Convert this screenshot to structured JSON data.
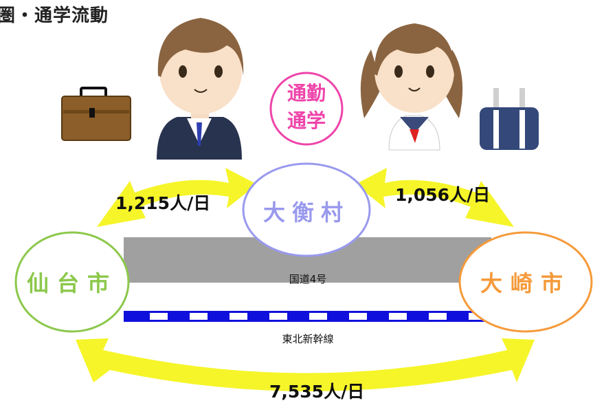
{
  "title": "圏・通学流動",
  "badge": {
    "line1": "通勤",
    "line2": "通学"
  },
  "nodes": {
    "left": {
      "label": "仙台市"
    },
    "center": {
      "label": "大衡村"
    },
    "right": {
      "label": "大崎市"
    }
  },
  "road": {
    "label": "国道4号"
  },
  "rail": {
    "label": "東北新幹線"
  },
  "flows": {
    "left_center": "1,215人/日",
    "center_right": "1,056人/日",
    "left_right": "7,535人/日"
  },
  "colors": {
    "arrow": "#f5f52a",
    "left_city": "#8cc84b",
    "center_city": "#9999ee",
    "right_city": "#f59a3a",
    "badge": "#ee44aa",
    "road": "#a0a0a0",
    "rail": "#1010dd"
  },
  "icons": [
    "briefcase-icon",
    "male-student-icon",
    "female-student-icon",
    "school-bag-icon"
  ]
}
